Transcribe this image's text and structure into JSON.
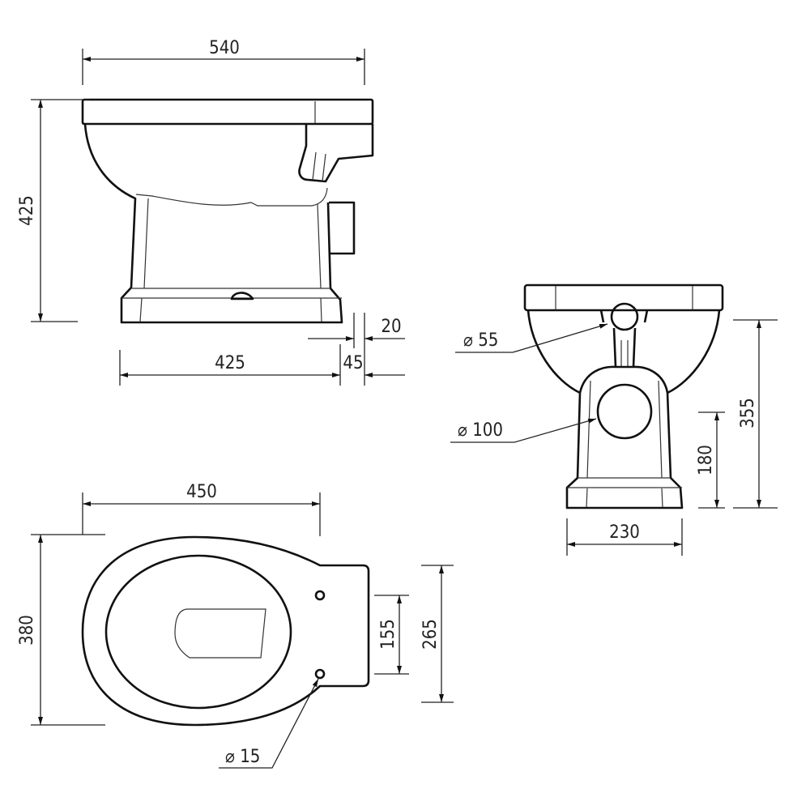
{
  "side_view": {
    "overall_length": "540",
    "height": "425",
    "base_length": "425",
    "outlet_offset": "45",
    "outlet_projection": "20"
  },
  "front_view": {
    "inlet_diameter": "⌀ 55",
    "outlet_diameter": "⌀ 100",
    "height": "355",
    "outlet_height": "180",
    "base_width": "230"
  },
  "top_view": {
    "length": "450",
    "width": "380",
    "hole_spacing": "155",
    "rear_width": "265",
    "hole_diameter": "⌀ 15"
  },
  "colors": {
    "line": "#111111",
    "background": "#ffffff"
  }
}
